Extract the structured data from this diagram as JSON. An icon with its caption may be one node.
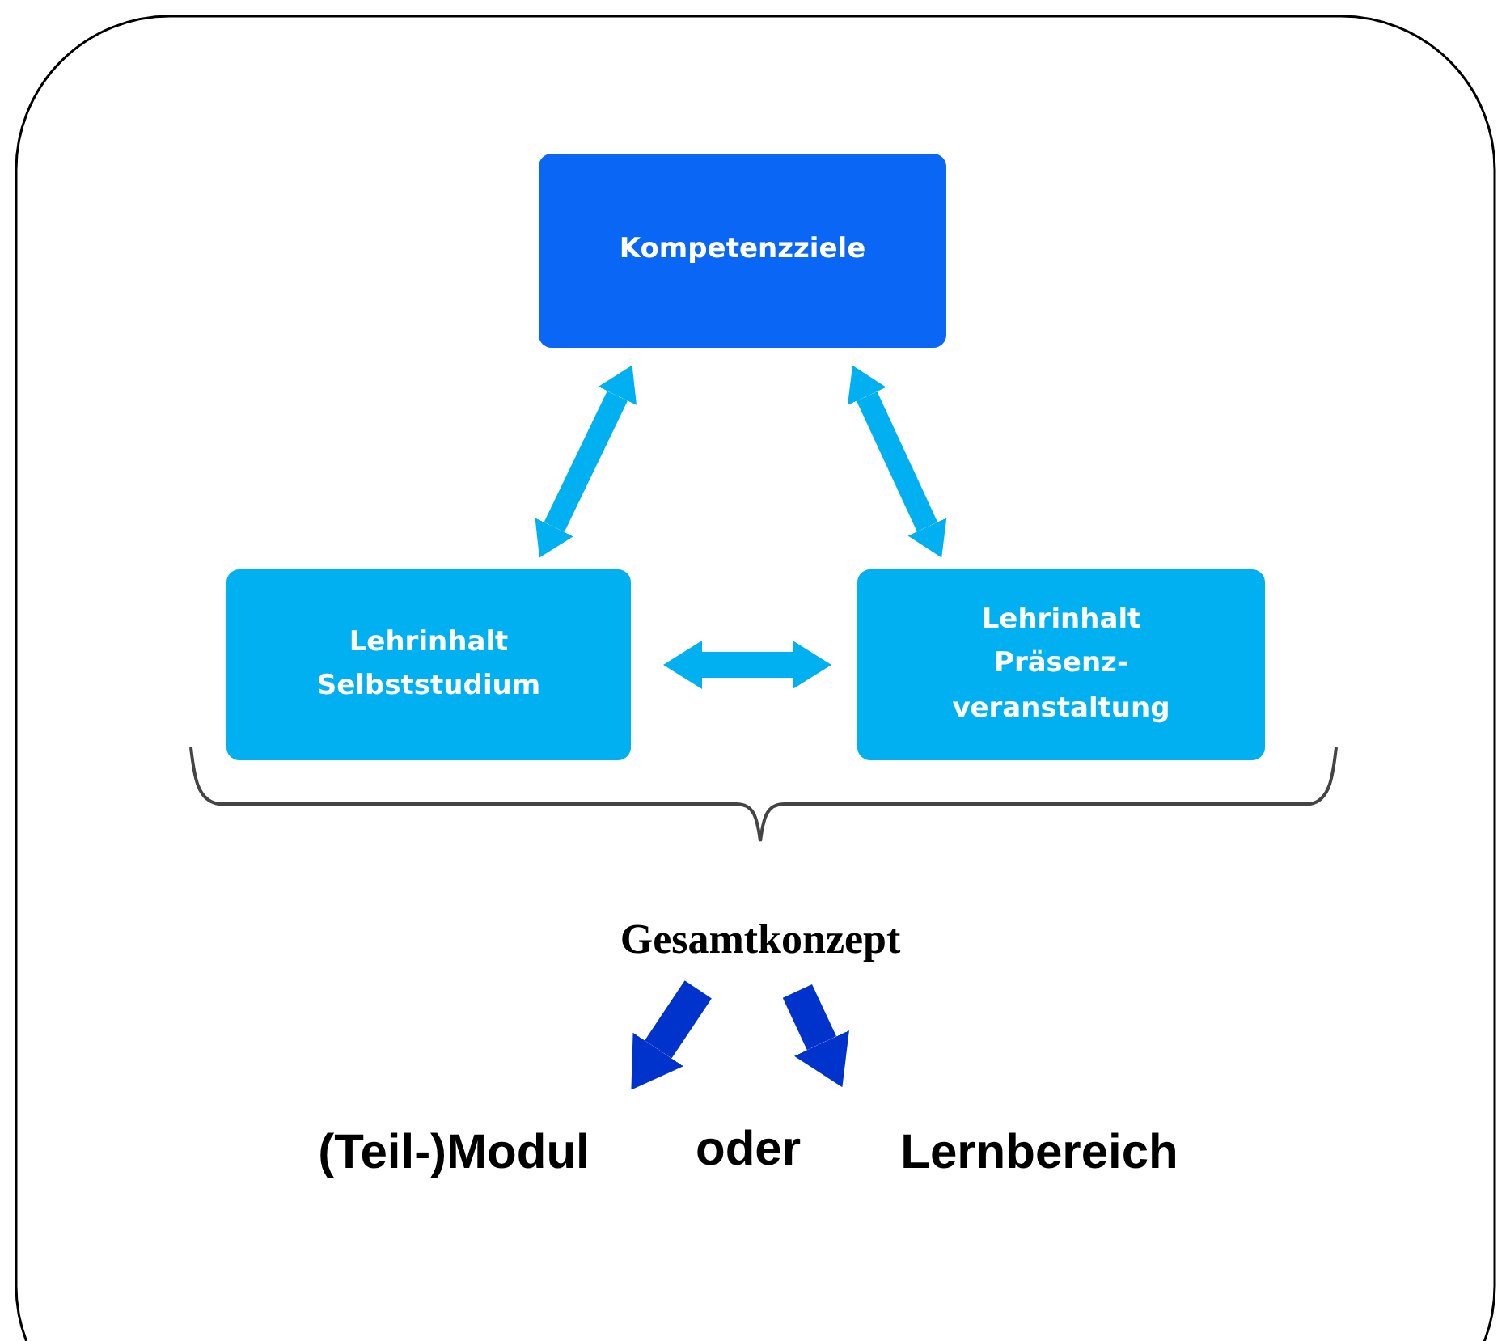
{
  "diagram": {
    "nodes": [
      {
        "text": [
          "Kompetenzziele"
        ]
      },
      {
        "text": [
          "Lehrinhalt Selbststudium"
        ]
      },
      {
        "text": [
          "Lehrinhalt Präsenz-veranstaltung"
        ]
      },
      {
        "text": [
          "Gesamtkonzept"
        ]
      },
      {
        "text": [
          "(Teil-)Modul"
        ]
      },
      {
        "text": [
          "Lernbereich"
        ]
      }
    ],
    "edges": [
      {
        "from": 0,
        "to": 1,
        "arrow": "both"
      },
      {
        "from": 0,
        "to": 2,
        "arrow": "both"
      },
      {
        "from": 1,
        "to": 2,
        "arrow": "both"
      },
      {
        "from": 3,
        "to": 4,
        "arrow": "to",
        "color": "#0033cc"
      },
      {
        "from": 3,
        "to": 5,
        "arrow": "to",
        "color": "#0033cc"
      }
    ],
    "labels": [
      "oder"
    ]
  }
}
